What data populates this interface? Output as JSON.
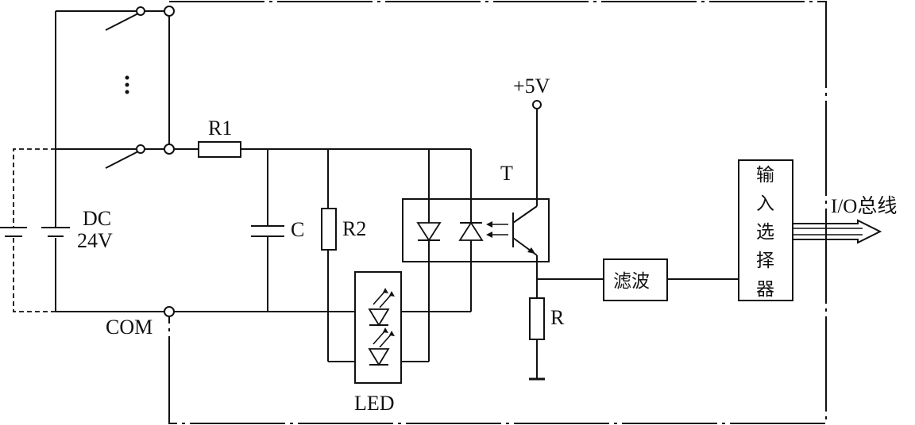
{
  "labels": {
    "dc_line1": "DC",
    "dc_line2": "24V",
    "com": "COM",
    "r1": "R1",
    "c": "C",
    "r2": "R2",
    "led": "LED",
    "t": "T",
    "vcc": "+5V",
    "r": "R",
    "filter": "滤波",
    "input_selector": [
      "输",
      "入",
      "选",
      "择",
      "器"
    ],
    "bus": "I/O总线"
  }
}
